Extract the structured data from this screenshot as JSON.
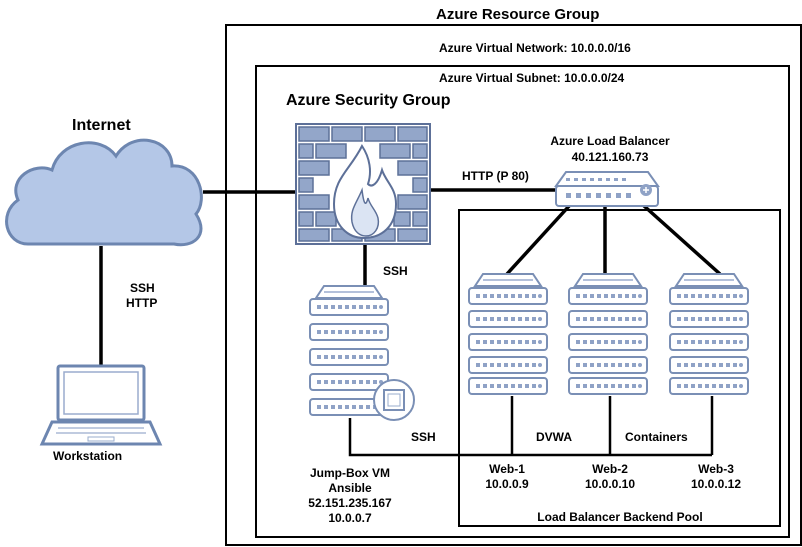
{
  "containers": {
    "resource_group": "Azure Resource Group",
    "vnet": "Azure Virtual Network: 10.0.0.0/16",
    "subnet": "Azure Virtual Subnet: 10.0.0.0/24",
    "security_group": "Azure Security Group",
    "backend_pool": "Load Balancer Backend Pool"
  },
  "nodes": {
    "internet": "Internet",
    "workstation": "Workstation",
    "load_balancer": {
      "name": "Azure Load Balancer",
      "ip": "40.121.160.73"
    },
    "jump_box": {
      "line1": "Jump-Box VM",
      "line2": "Ansible",
      "ip_public": "52.151.235.167",
      "ip_private": "10.0.0.7"
    },
    "web1": {
      "name": "Web-1",
      "ip": "10.0.0.9"
    },
    "web2": {
      "name": "Web-2",
      "ip": "10.0.0.10"
    },
    "web3": {
      "name": "Web-3",
      "ip": "10.0.0.12"
    }
  },
  "connections": {
    "workstation_internet": [
      "SSH",
      "HTTP"
    ],
    "firewall_lb": "HTTP (P 80)",
    "firewall_jump": "SSH",
    "jump_web": "SSH",
    "dvwa": "DVWA",
    "containers": "Containers"
  },
  "colors": {
    "cloud_fill": "#b4c7e7",
    "cloud_stroke": "#6d86b0",
    "server_fill": "#ffffff",
    "server_stroke": "#7a8fb5",
    "firewall_fill": "#93a6c9",
    "firewall_stroke": "#5d7098"
  }
}
